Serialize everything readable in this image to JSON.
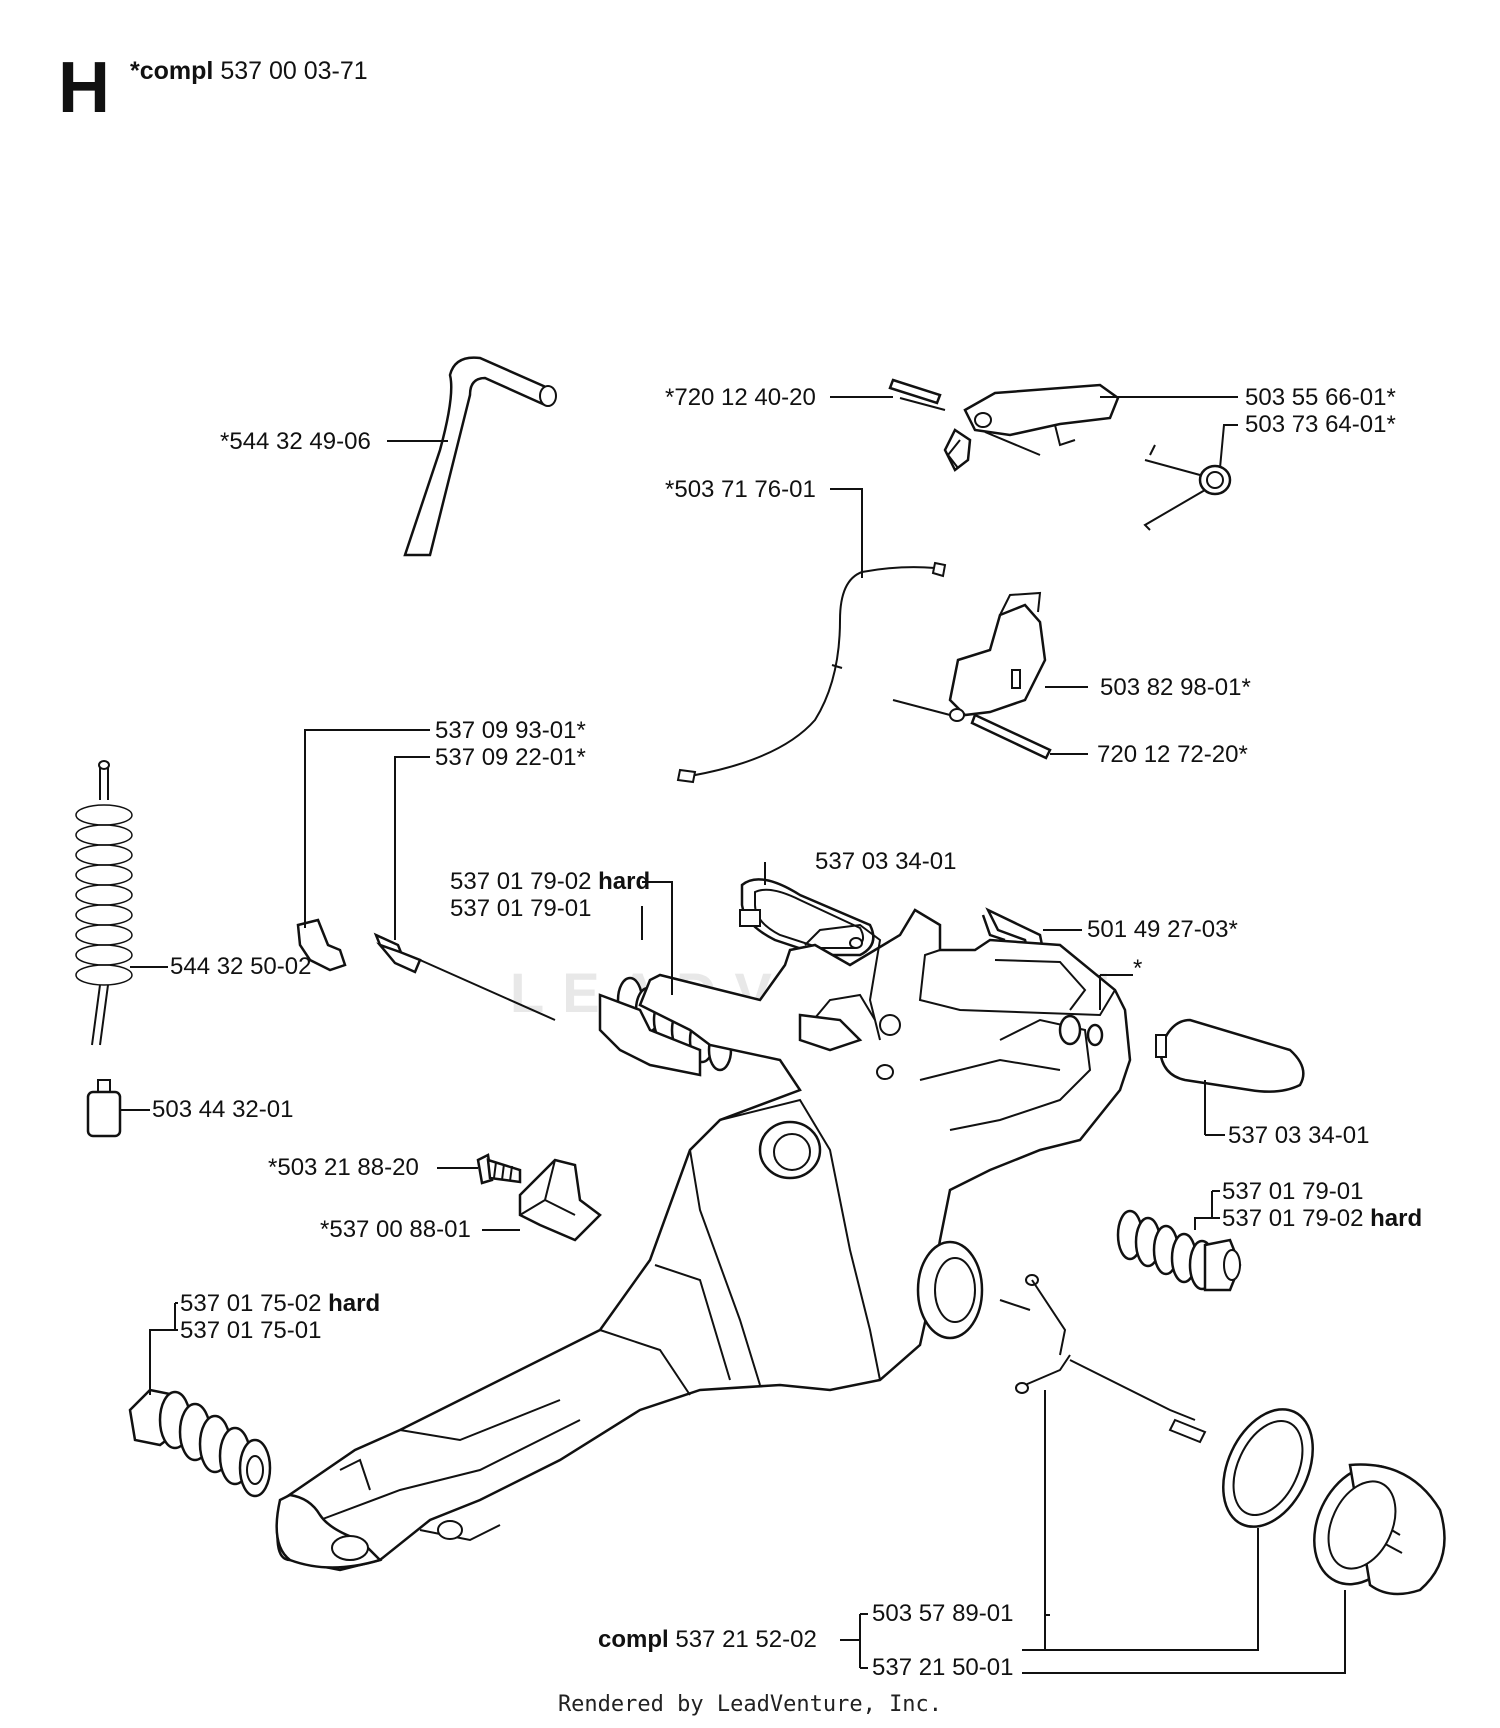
{
  "header": {
    "section": "H",
    "compl_prefix": "*compl",
    "compl_number": "537 00 03-71"
  },
  "watermark": "LEADVENTURE",
  "footer": "Rendered by LeadVenture, Inc.",
  "labels": {
    "hose_top": "*544 32 49-06",
    "pin_top": "*720 12 40-20",
    "lever": "503 55 66-01*",
    "spring_small": "503 73 64-01*",
    "cable": "*503 71 76-01",
    "bracket": "503 82 98-01*",
    "pin_bracket": "720 12 72-20*",
    "lock_a": "537 09 93-01*",
    "lock_b": "537 09 22-01*",
    "coil_hose": "544 32 50-02",
    "filter": "503 44 32-01",
    "screw": "*503 21 88-20",
    "block": "*537 00 88-01",
    "cover_top": "537 03 34-01",
    "clip": "501 49 27-03*",
    "spring_mid_a_num": "537 01 79-02",
    "spring_mid_a_suffix": "hard",
    "spring_mid_b": "537 01 79-01",
    "tank_star": "*",
    "cover_right": "537 03 34-01",
    "spring_right_a": "537 01 79-01",
    "spring_right_b_num": "537 01 79-02",
    "spring_right_b_suffix": "hard",
    "spring_left_a_num": "537 01 75-02",
    "spring_left_a_suffix": "hard",
    "spring_left_b": "537 01 75-01",
    "compl_bottom_prefix": "compl",
    "compl_bottom_number": "537 21 52-02",
    "pickup": "503 57 89-01",
    "cap": "537 21 50-01"
  }
}
